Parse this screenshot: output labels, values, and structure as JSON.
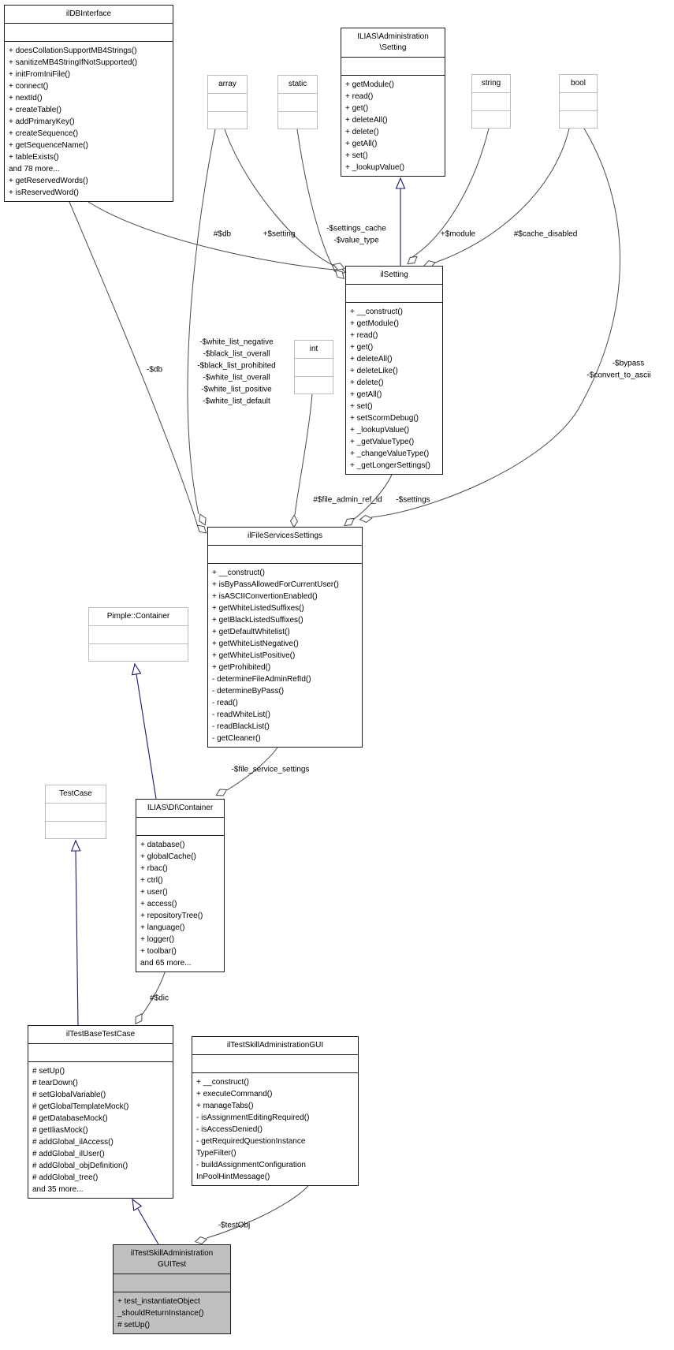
{
  "classes": {
    "ildbinterface": {
      "title": "ilDBInterface",
      "methods": [
        "+ doesCollationSupportMB4Strings()",
        "+ sanitizeMB4StringIfNotSupported()",
        "+ initFromIniFile()",
        "+ connect()",
        "+ nextId()",
        "+ createTable()",
        "+ addPrimaryKey()",
        "+ createSequence()",
        "+ getSequenceName()",
        "+ tableExists()",
        "and 78 more...",
        "+ getReservedWords()",
        "+ isReservedWord()"
      ]
    },
    "array_type": {
      "title": "array"
    },
    "static_type": {
      "title": "static"
    },
    "admin_setting": {
      "title_lines": [
        "ILIAS\\Administration",
        "\\Setting"
      ],
      "methods": [
        "+ getModule()",
        "+ read()",
        "+ get()",
        "+ deleteAll()",
        "+ delete()",
        "+ getAll()",
        "+ set()",
        "+ _lookupValue()"
      ]
    },
    "string_type": {
      "title": "string"
    },
    "bool_type": {
      "title": "bool"
    },
    "int_type": {
      "title": "int"
    },
    "ilsetting": {
      "title": "ilSetting",
      "methods": [
        "+ __construct()",
        "+ getModule()",
        "+ read()",
        "+ get()",
        "+ deleteAll()",
        "+ deleteLike()",
        "+ delete()",
        "+ getAll()",
        "+ set()",
        "+ setScormDebug()",
        "+ _lookupValue()",
        "+ _getValueType()",
        "+ _changeValueType()",
        "+ _getLongerSettings()"
      ]
    },
    "ilfileservicessettings": {
      "title": "ilFileServicesSettings",
      "methods": [
        "+ __construct()",
        "+ isByPassAllowedForCurrentUser()",
        "+ isASCIIConvertionEnabled()",
        "+ getWhiteListedSuffixes()",
        "+ getBlackListedSuffixes()",
        "+ getDefaultWhitelist()",
        "+ getWhiteListNegative()",
        "+ getWhiteListPositive()",
        "+ getProhibited()",
        "- determineFileAdminRefId()",
        "- determineByPass()",
        "- read()",
        "- readWhiteList()",
        "- readBlackList()",
        "- getCleaner()"
      ]
    },
    "pimple_container": {
      "title": "Pimple::Container"
    },
    "ilias_di_container": {
      "title": "ILIAS\\DI\\Container",
      "methods": [
        "+ database()",
        "+ globalCache()",
        "+ rbac()",
        "+ ctrl()",
        "+ user()",
        "+ access()",
        "+ repositoryTree()",
        "+ language()",
        "+ logger()",
        "+ toolbar()",
        "and 65 more..."
      ]
    },
    "testcase": {
      "title": "TestCase"
    },
    "iltestbasetestcase": {
      "title": "ilTestBaseTestCase",
      "methods": [
        "# setUp()",
        "# tearDown()",
        "# setGlobalVariable()",
        "# getGlobalTemplateMock()",
        "# getDatabaseMock()",
        "# getIliasMock()",
        "# addGlobal_ilAccess()",
        "# addGlobal_ilUser()",
        "# addGlobal_objDefinition()",
        "# addGlobal_tree()",
        "and 35 more..."
      ]
    },
    "iltestskilladministrationgui": {
      "title": "ilTestSkillAdministrationGUI",
      "methods": [
        "+ __construct()",
        "+ executeCommand()",
        "+ manageTabs()",
        "- isAssignmentEditingRequired()",
        "- isAccessDenied()",
        "- getRequiredQuestionInstance",
        "TypeFilter()",
        "- buildAssignmentConfiguration",
        "InPoolHintMessage()"
      ]
    },
    "iltestskilladministrationguitest": {
      "title_lines": [
        "ilTestSkillAdministration",
        "GUITest"
      ],
      "methods": [
        "+ test_instantiateObject",
        "_shouldReturnInstance()",
        "# setUp()"
      ]
    }
  },
  "edge_labels": {
    "db": "#$db",
    "setting": "+$setting",
    "settings_cache": "-$settings_cache",
    "value_type": "-$value_type",
    "module": "+$module",
    "cache_disabled": "#$cache_disabled",
    "db_private": "-$db",
    "white_list_negative": "-$white_list_negative",
    "black_list_overall": "-$black_list_overall",
    "black_list_prohibited": "-$black_list_prohibited",
    "white_list_overall": "-$white_list_overall",
    "white_list_positive": "-$white_list_positive",
    "white_list_default": "-$white_list_default",
    "bypass": "-$bypass",
    "convert_to_ascii": "-$convert_to_ascii",
    "file_admin_ref_id": "#$file_admin_ref_id",
    "settings": "-$settings",
    "file_service_settings": "-$file_service_settings",
    "dic": "#$dic",
    "testObj": "-$testObj"
  },
  "colors": {
    "inheritance": "#191970",
    "usage": "#4a4a4a",
    "node_border": "#1c1c1c",
    "external_border": "#bdbdbd",
    "highlight_fill": "#bfbfbf"
  }
}
